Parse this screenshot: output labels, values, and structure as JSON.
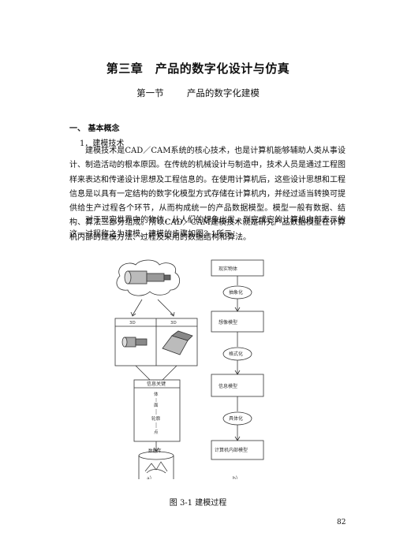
{
  "chapter": {
    "title": "第三章　产品的数字化设计与仿真"
  },
  "section": {
    "title": "第一节　 产品的数字化建模"
  },
  "heading1": "一、 基本概念",
  "heading2": "1．建模技术",
  "paragraphs": [
    "建模技术是CAD／CAM系统的核心技术，也是计算机能够辅助人类从事设计、制造活动的根本原因。在传统的机械设计与制造中，技术人员是通过工程图样来表达和传递设计思想及工程信息的。在使用计算机后，这些设计思想和工程信息是以具有一定结构的数字化模型方式存储在计算机内，并经过适当转换可提供给生产过程各个环节，从而构成统一的产品数据模型。模型一般有数据、结构、算法三部分组成。所以CAD／CAM建模技术就是研究产品数据模型在计算机内部的建模方法、过程及采用的数据结构和算法。",
    "对于现实世界中的物体，从人们的想象出发，到完成它的计算机内部表示的这一过程称之为建模。建模的步骤如图3-1所示："
  ],
  "figure": {
    "left": {
      "view_labels": [
        "3D",
        "3D"
      ],
      "info_box_title": "信息关键",
      "info_items": [
        "体",
        "面",
        "轮廓",
        "点"
      ],
      "database_label": "数据库",
      "sub_label": "a）"
    },
    "right": {
      "boxes": [
        "现实物体",
        "想像模型",
        "信息模型",
        "计算机内部模型"
      ],
      "ellipses": [
        "抽象化",
        "格式化",
        "具体化"
      ],
      "sub_label": "b）"
    }
  },
  "caption": "图 3-1 建模过程",
  "page_number": "82"
}
